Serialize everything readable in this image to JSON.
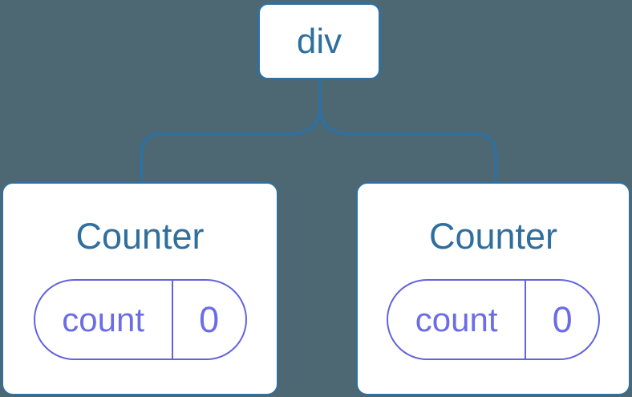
{
  "diagram": {
    "type": "component-tree",
    "colors": {
      "background": "#4D6872",
      "node_stroke": "#31709E",
      "node_fill": "#FFFFFF",
      "node_label_text": "#2F6F9E",
      "state_pill_stroke": "#6364DC",
      "state_pill_text": "#6B6DE6"
    },
    "root": {
      "label": "div"
    },
    "children": [
      {
        "title": "Counter",
        "state": {
          "key": "count",
          "value": "0"
        }
      },
      {
        "title": "Counter",
        "state": {
          "key": "count",
          "value": "0"
        }
      }
    ]
  }
}
